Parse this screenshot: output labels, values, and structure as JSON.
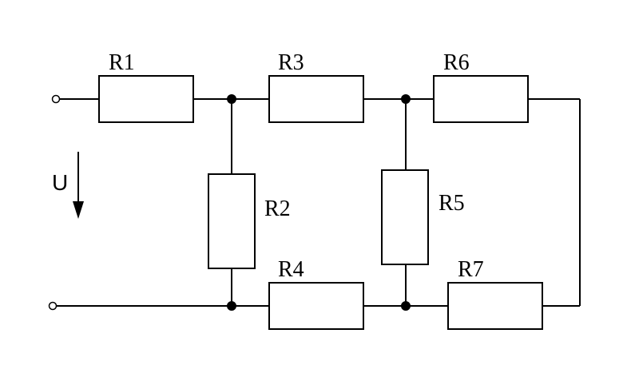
{
  "resistors": [
    {
      "id": "R1",
      "label": "R1"
    },
    {
      "id": "R2",
      "label": "R2"
    },
    {
      "id": "R3",
      "label": "R3"
    },
    {
      "id": "R4",
      "label": "R4"
    },
    {
      "id": "R5",
      "label": "R5"
    },
    {
      "id": "R6",
      "label": "R6"
    },
    {
      "id": "R7",
      "label": "R7"
    }
  ],
  "voltage": {
    "label": "U"
  },
  "colors": {
    "stroke": "#000000",
    "background": "#ffffff"
  }
}
